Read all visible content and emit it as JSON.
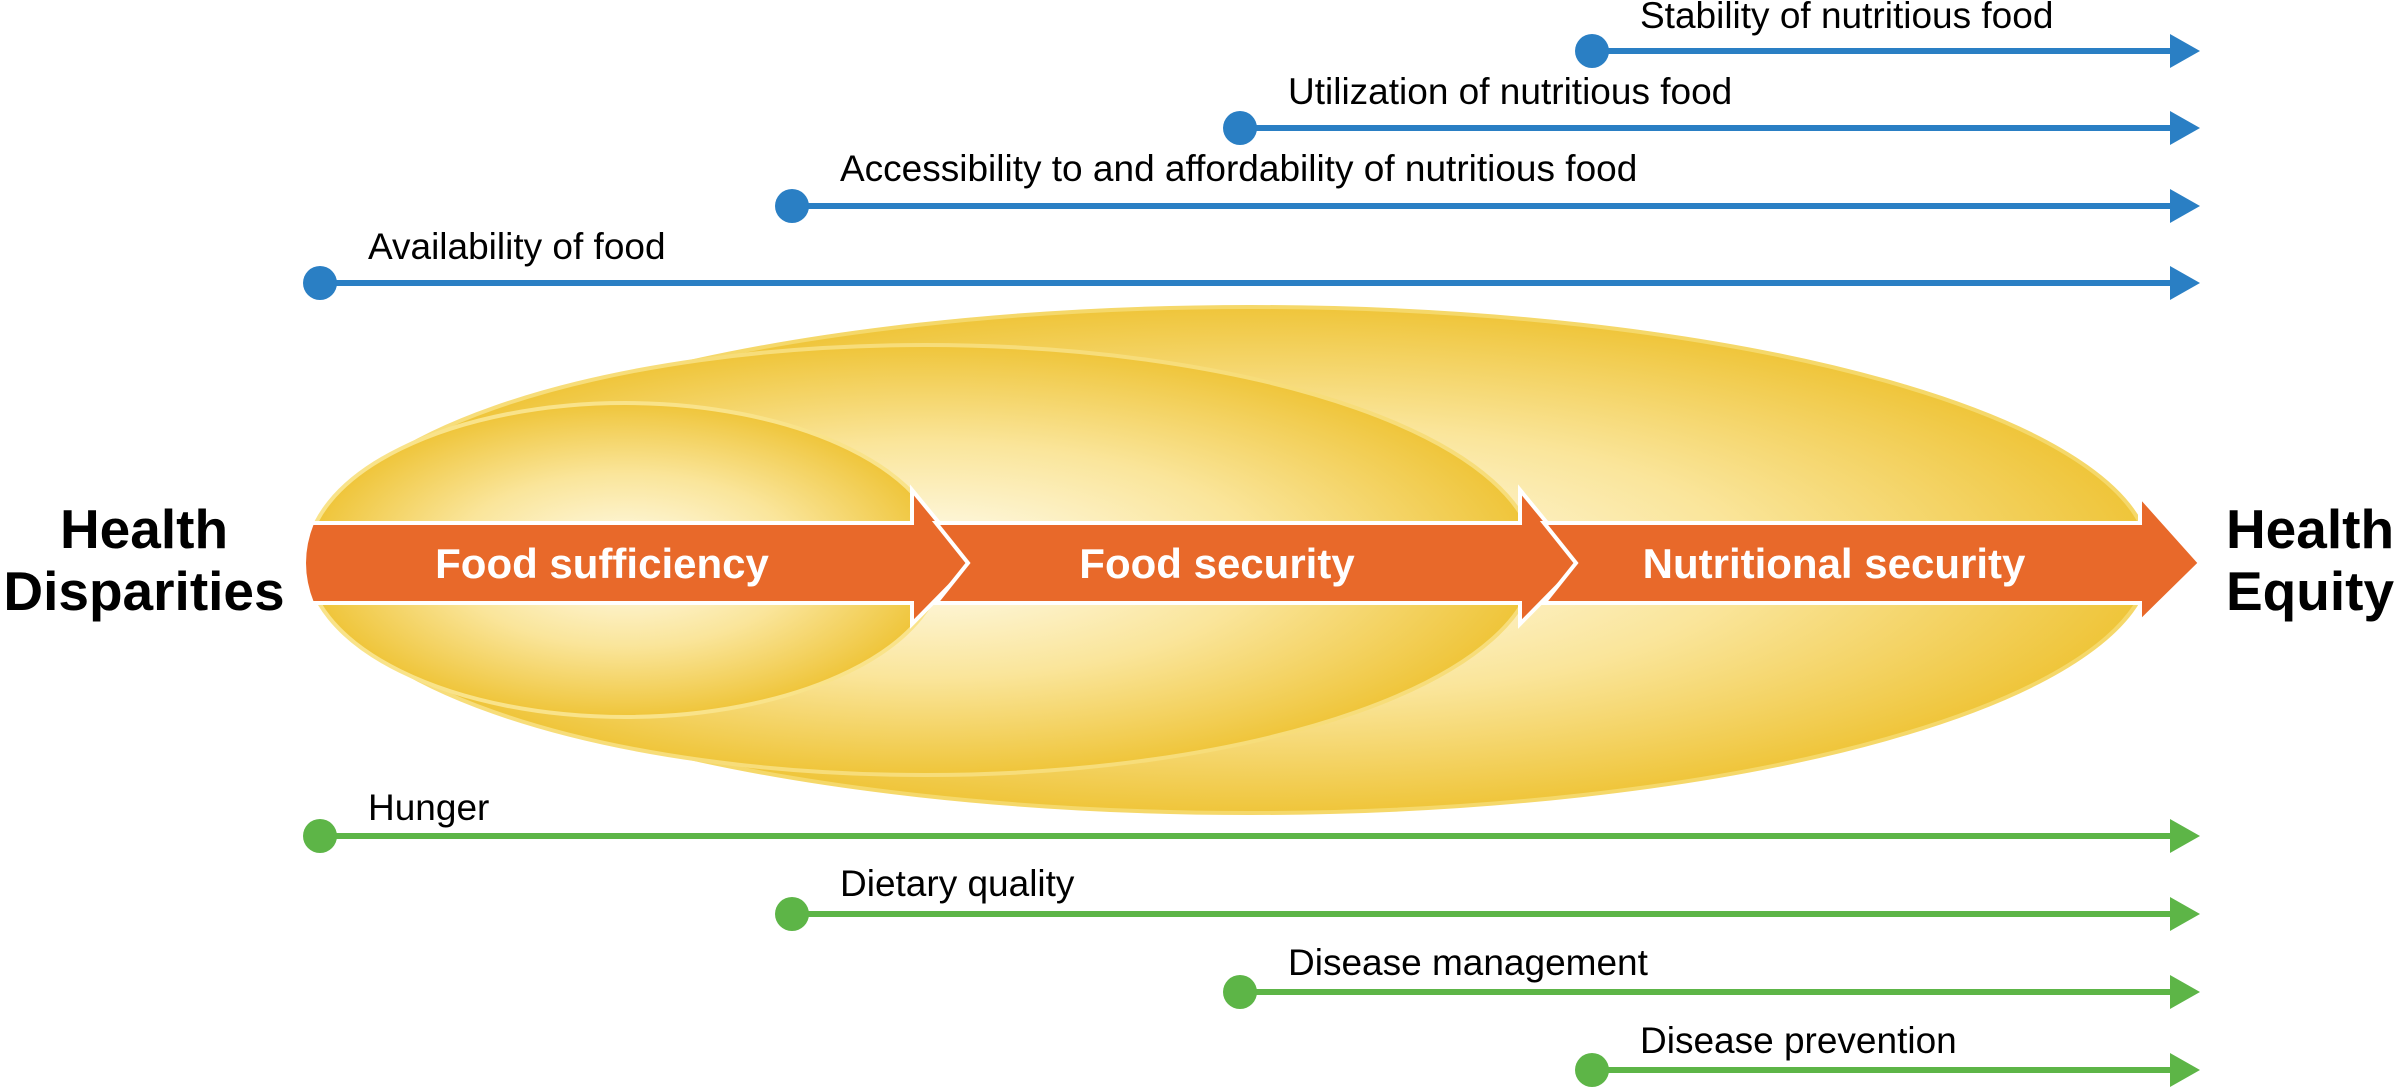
{
  "diagram": {
    "start_label": [
      "Health",
      "Disparities"
    ],
    "end_label": [
      "Health",
      "Equity"
    ],
    "stages": [
      {
        "label": "Food sufficiency"
      },
      {
        "label": "Food security"
      },
      {
        "label": "Nutritional security"
      }
    ],
    "colors": {
      "blue_line": "#2a7fc4",
      "green_line": "#5db547",
      "orange_arrow": "#e8692a",
      "ellipse_gold": "#f0c73c",
      "ellipse_light": "#fffbe8"
    },
    "blue_lines": [
      {
        "label": "Stability of nutritious food"
      },
      {
        "label": "Utilization of nutritious food"
      },
      {
        "label": "Accessibility to and affordability of nutritious food"
      },
      {
        "label": "Availability of food"
      }
    ],
    "green_lines": [
      {
        "label": "Hunger"
      },
      {
        "label": "Dietary quality"
      },
      {
        "label": "Disease management"
      },
      {
        "label": "Disease prevention"
      }
    ]
  }
}
